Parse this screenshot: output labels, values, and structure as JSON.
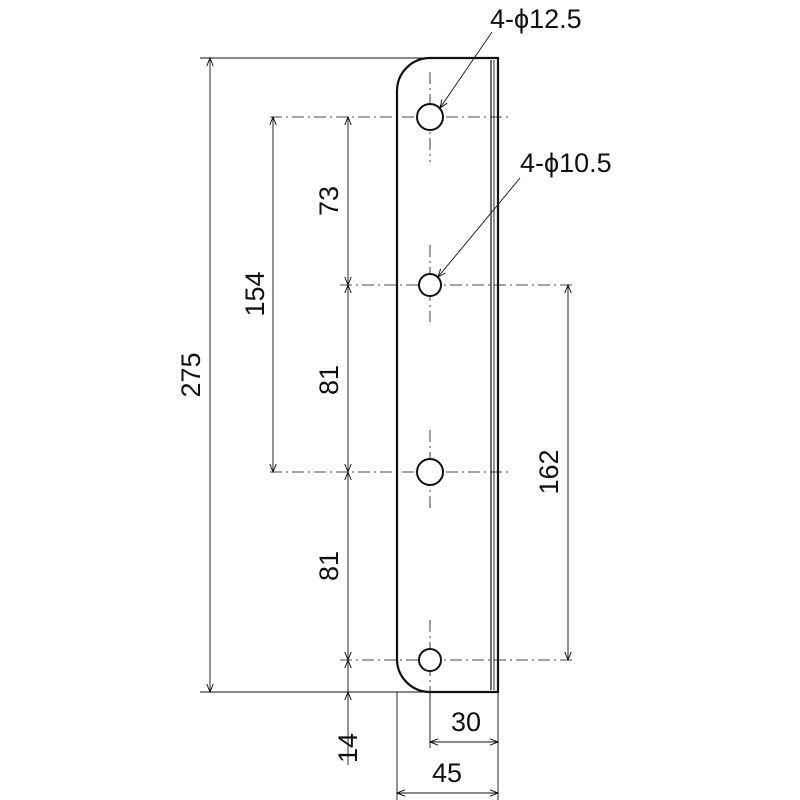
{
  "callouts": {
    "large_holes": "4-ϕ12.5",
    "small_holes": "4-ϕ10.5"
  },
  "dimensions": {
    "overall_height": "275",
    "span_154": "154",
    "top_spacing": "73",
    "mid_spacing": "81",
    "low_spacing": "81",
    "right_span": "162",
    "bottom_offset": "14",
    "hole_offset": "30",
    "width": "45"
  },
  "colors": {
    "line": "#111111",
    "background": "#ffffff"
  }
}
